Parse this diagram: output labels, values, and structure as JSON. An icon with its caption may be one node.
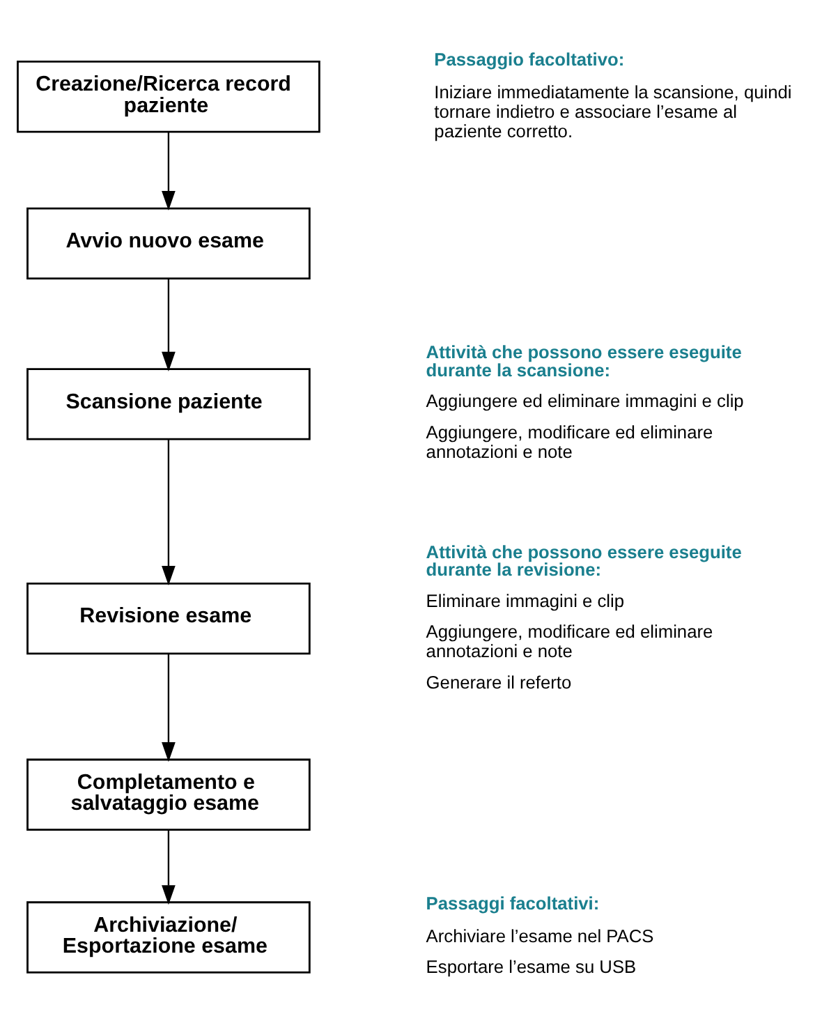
{
  "diagram": {
    "nodes": [
      {
        "text": [
          "Creazione/Ricerca record paziente"
        ],
        "beside": [
          "Passaggio facoltativo:",
          "Iniziare immediatamente la scansione, quindi tornare indietro e associare l’esame al paziente corretto."
        ]
      },
      {
        "text": [
          "Avvio nuovo esame"
        ]
      },
      {
        "text": [
          "Scansione paziente"
        ],
        "beside": [
          "Attività che possono essere eseguite durante la scansione:",
          "Aggiungere ed eliminare immagini e clip",
          "Aggiungere, modificare ed eliminare annotazioni e note"
        ]
      },
      {
        "text": [
          "Revisione esame"
        ],
        "beside": [
          "Attività che possono essere eseguite durante la revisione:",
          "Eliminare immagini e clip",
          "Aggiungere, modificare ed eliminare annotazioni e note",
          "Generare il referto"
        ]
      },
      {
        "text": [
          "Completamento e salvataggio esame"
        ]
      },
      {
        "text": [
          "Archiviazione/ Esportazione esame"
        ],
        "beside": [
          "Passaggi facoltativi:",
          "Archiviare l’esame nel PACS",
          "Esportare l’esame su USB"
        ]
      }
    ],
    "edges": [
      {
        "from": 0,
        "to": 1,
        "arrow": "to"
      },
      {
        "from": 1,
        "to": 2,
        "arrow": "to"
      },
      {
        "from": 2,
        "to": 3,
        "arrow": "to"
      },
      {
        "from": 3,
        "to": 4,
        "arrow": "to"
      },
      {
        "from": 4,
        "to": 5,
        "arrow": "to"
      }
    ]
  }
}
